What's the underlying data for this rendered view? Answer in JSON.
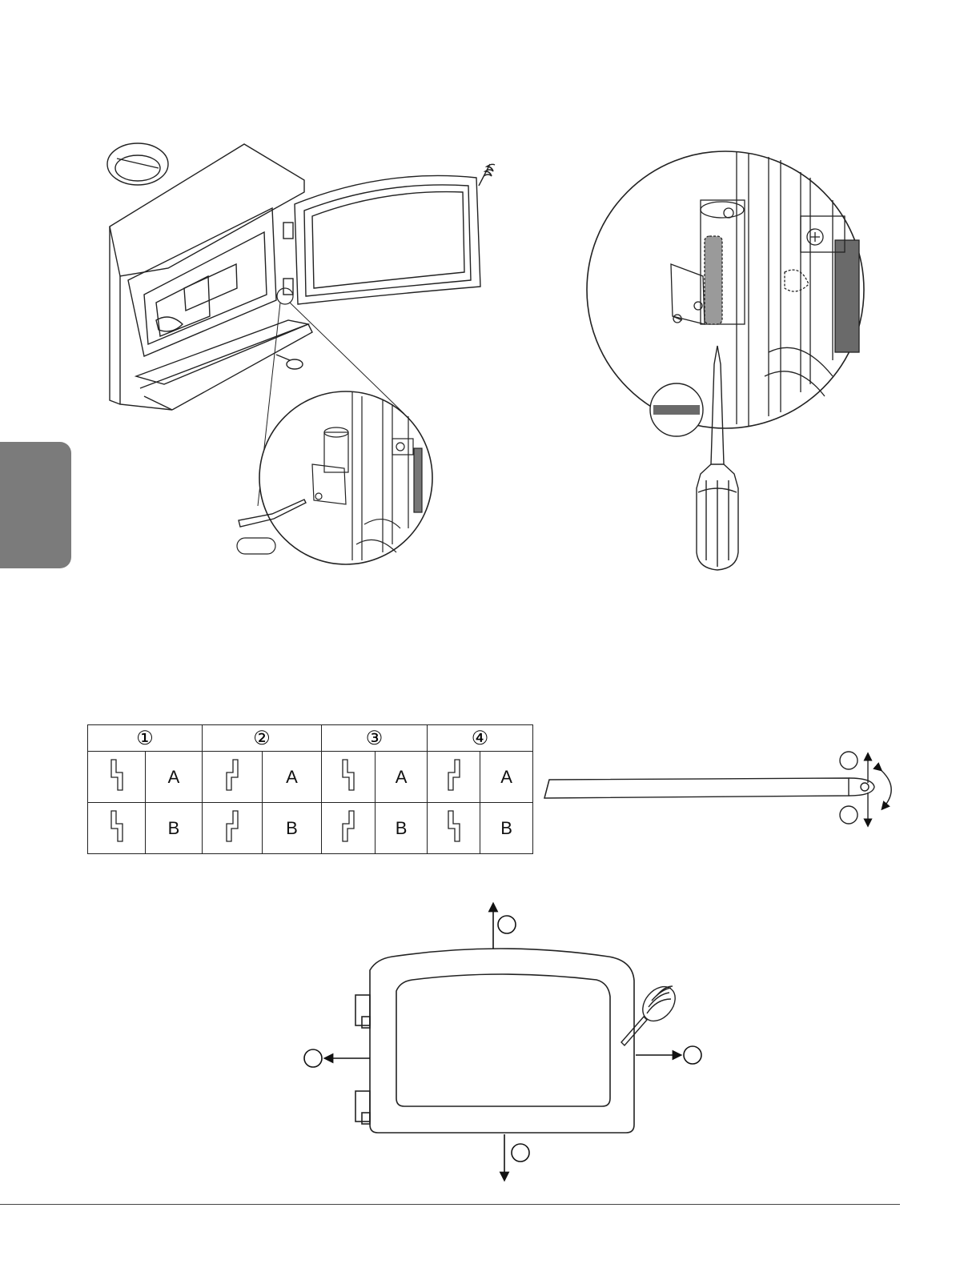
{
  "table": {
    "headers": [
      "①",
      "②",
      "③",
      "④"
    ],
    "rows": [
      {
        "label": "A"
      },
      {
        "label": "B"
      }
    ]
  },
  "colors": {
    "line": "#222222",
    "tab": "#7b7b7b",
    "highlight": "#8a8a8a"
  },
  "icons": [
    "allen-key-icon",
    "screwdriver-icon",
    "door-handle-icon",
    "stove-icon",
    "hinge-icon",
    "arrow-icon"
  ]
}
